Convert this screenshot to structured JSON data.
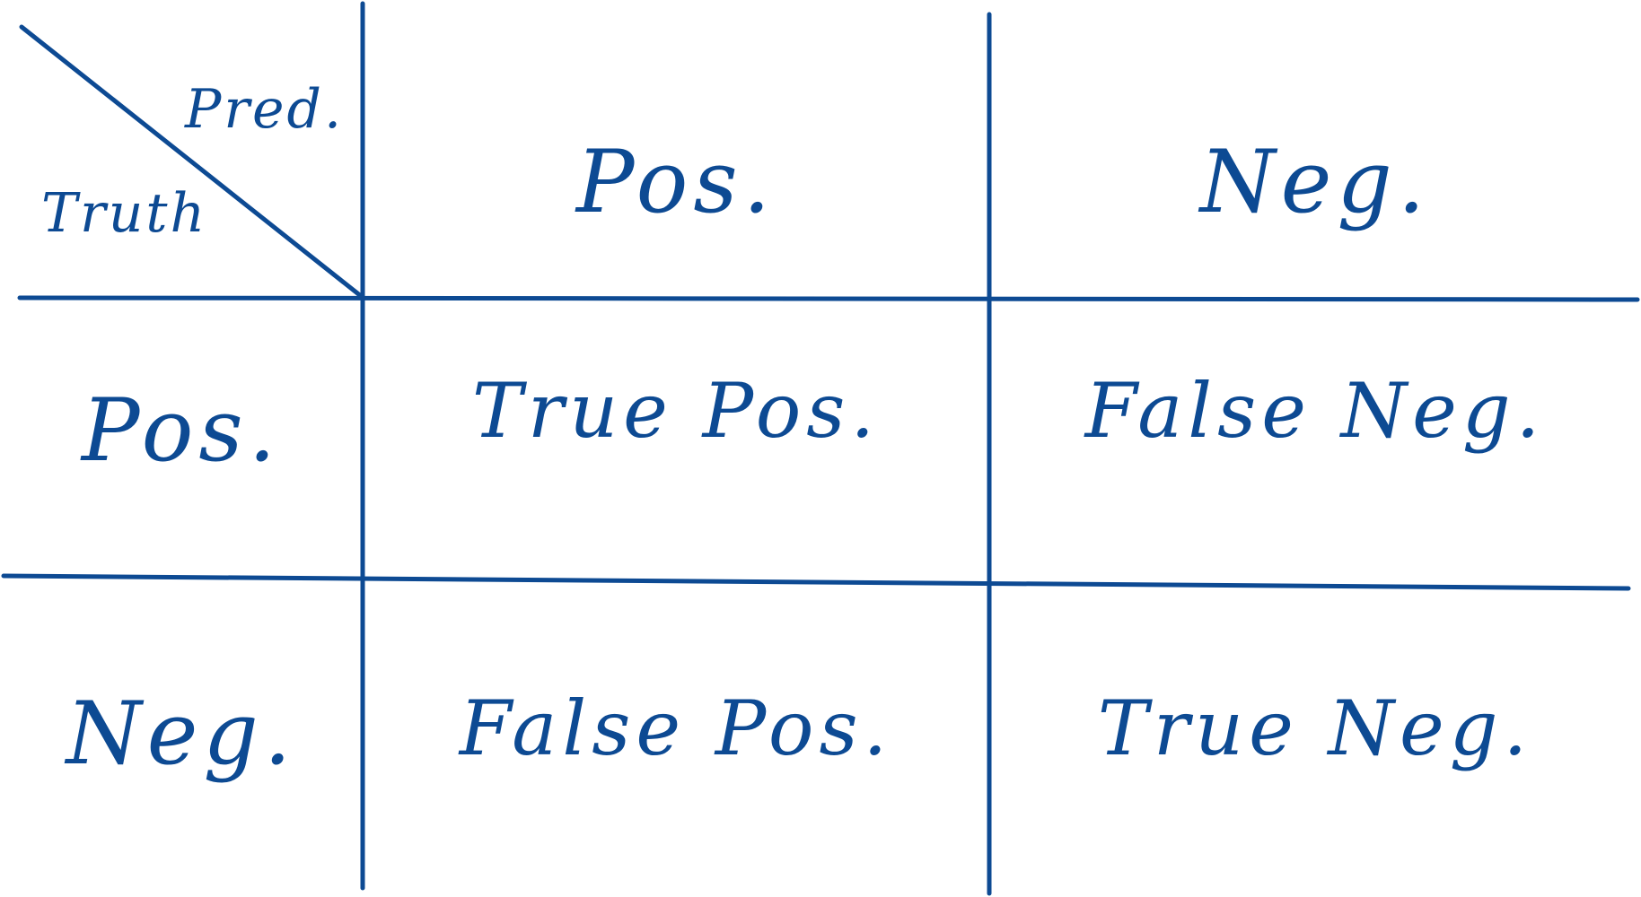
{
  "matrix": {
    "corner": {
      "predicted_label": "Pred.",
      "truth_label": "Truth"
    },
    "columns": [
      "Pos.",
      "Neg."
    ],
    "rows": [
      {
        "label": "Pos.",
        "cells": [
          "True Pos.",
          "False Neg."
        ]
      },
      {
        "label": "Neg.",
        "cells": [
          "False Pos.",
          "True Neg."
        ]
      }
    ]
  },
  "colors": {
    "ink": "#0d4a93",
    "background": "#ffffff"
  }
}
